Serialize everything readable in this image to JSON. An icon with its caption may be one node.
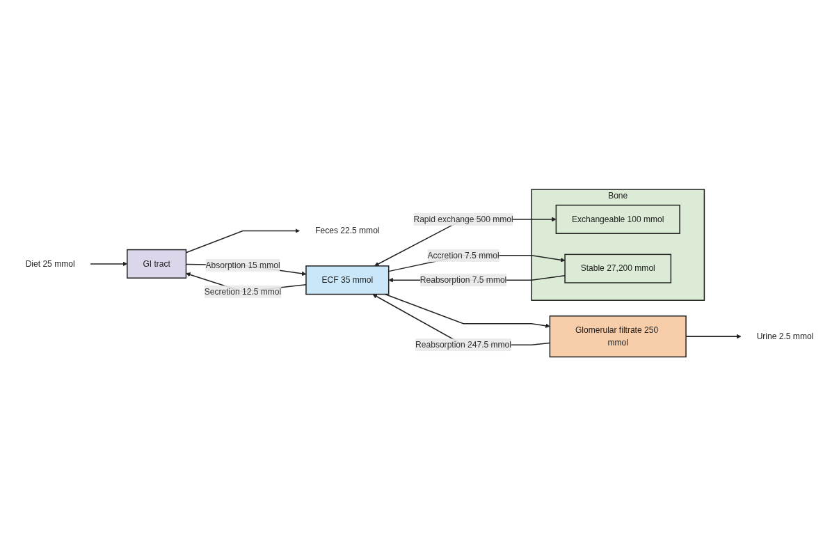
{
  "diagram": {
    "nodes": [
      {
        "text": [
          "Diet 25 mmol"
        ]
      },
      {
        "text": [
          "GI tract"
        ]
      },
      {
        "text": [
          "Feces 22.5 mmol"
        ]
      },
      {
        "text": [
          "ECF 35 mmol"
        ]
      },
      {
        "text": [
          "Bone"
        ]
      },
      {
        "text": [
          "Exchangeable 100 mmol"
        ],
        "in": 4
      },
      {
        "text": [
          "Stable 27,200 mmol"
        ],
        "in": 4
      },
      {
        "text": [
          "Glomerular filtrate 250 mmol"
        ]
      },
      {
        "text": [
          "Urine 2.5 mmol"
        ]
      }
    ],
    "edges": [
      {
        "from": 0,
        "to": 1,
        "arrow": "to"
      },
      {
        "from": 1,
        "to": 3,
        "arrow": "to",
        "label": "Absorption 15 mmol"
      },
      {
        "from": 3,
        "to": 1,
        "arrow": "to",
        "label": "Secretion 12.5 mmol"
      },
      {
        "from": 3,
        "to": 5,
        "arrow": "both",
        "label": "Rapid exchange 500 mmol"
      },
      {
        "from": 3,
        "to": 6,
        "arrow": "to",
        "label": "Accretion 7.5 mmol"
      },
      {
        "from": 6,
        "to": 3,
        "arrow": "to",
        "label": "Reabsorption 7.5 mmol"
      },
      {
        "from": 3,
        "to": 7,
        "arrow": "to"
      },
      {
        "from": 7,
        "to": 3,
        "arrow": "to",
        "label": "Reabsorption 247.5 mmol"
      },
      {
        "from": 1,
        "to": 2,
        "arrow": "to"
      },
      {
        "from": 7,
        "to": 8,
        "arrow": "to"
      }
    ]
  }
}
